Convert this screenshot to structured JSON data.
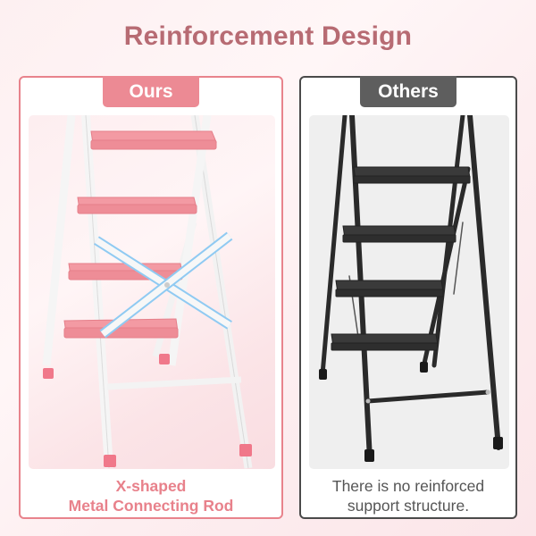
{
  "title": "Reinforcement Design",
  "ours": {
    "badge": "Ours",
    "caption_line1": "X-shaped",
    "caption_line2": "Metal Connecting Rod",
    "image": "pink-white-step-ladder-with-x-brace",
    "colors": {
      "accent": "#ec8a94",
      "step": "#f39aa3",
      "frame": "#f4f4f4",
      "brace_highlight": "#4aa8e8"
    }
  },
  "others": {
    "badge": "Others",
    "caption_line1": "There is no reinforced",
    "caption_line2": "support structure.",
    "image": "black-step-ladder-no-brace",
    "colors": {
      "accent": "#5e5e5e",
      "frame": "#2a2a2a"
    }
  },
  "colors": {
    "title": "#b76b73",
    "background": "#fdf0f1"
  }
}
